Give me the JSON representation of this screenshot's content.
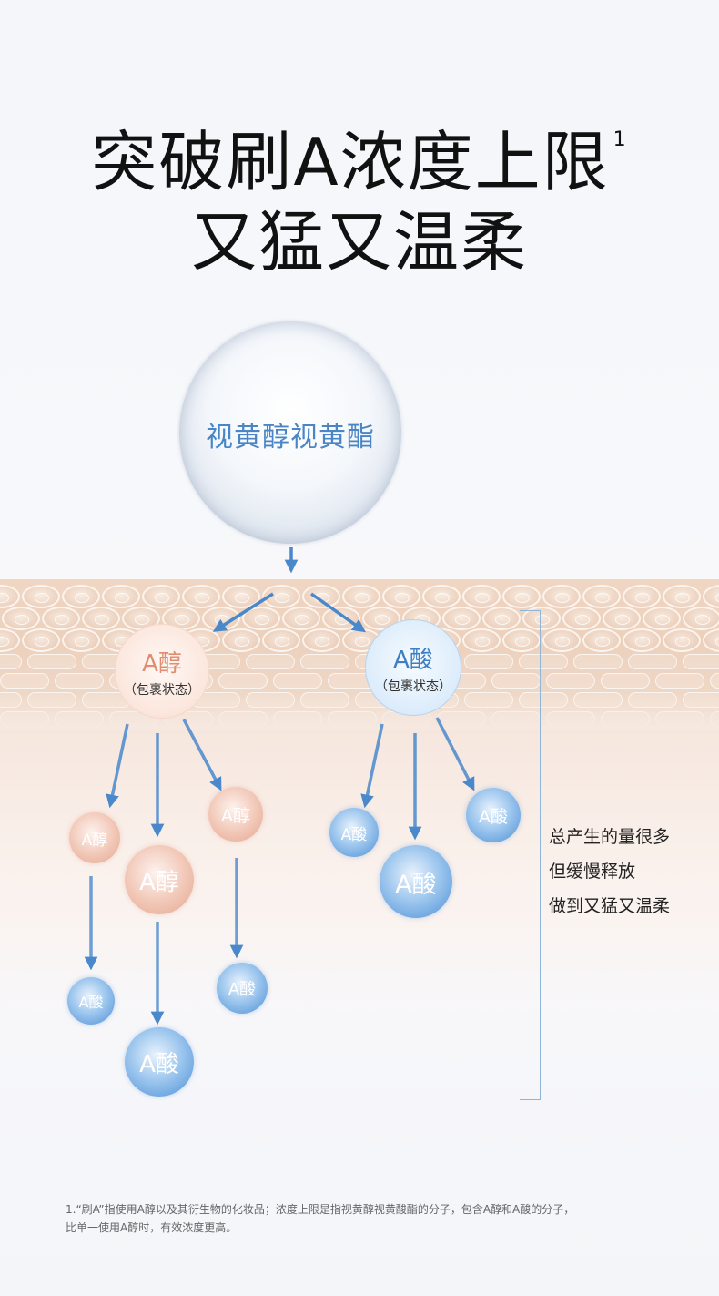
{
  "heading": {
    "line1": "突破刷A浓度上限",
    "sup": "1",
    "line2": "又猛又温柔"
  },
  "ingredient": "视黄醇视黄酯",
  "carriers": [
    {
      "name": "A醇",
      "state": "（包裹状态）"
    },
    {
      "name": "A酸",
      "state": "（包裹状态）"
    }
  ],
  "molecules": {
    "retinol": "A醇",
    "retinoic_acid": "A酸"
  },
  "side_note": [
    "总产生的量很多",
    "但缓慢释放",
    "做到又猛又温柔"
  ],
  "footnote": {
    "line1": "1.“刷A”指使用A醇以及其衍生物的化妆品；浓度上限是指视黄醇视黄酸酯的分子，包含A醇和A酸的分子，",
    "line2": "比单一使用A醇时，有效浓度更高。"
  },
  "colors": {
    "arrow": "#4a88cc",
    "bracket": "#8fb6d8",
    "title": "#111111",
    "ingredient": "#4a86c6"
  }
}
